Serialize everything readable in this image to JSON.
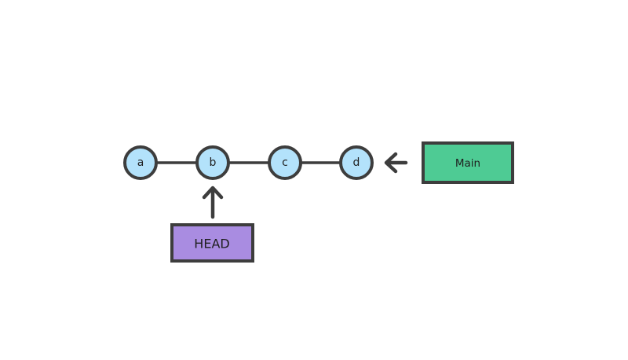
{
  "diagram": {
    "nodes": [
      {
        "label": "a"
      },
      {
        "label": "b"
      },
      {
        "label": "c"
      },
      {
        "label": "d"
      }
    ],
    "branch": {
      "label": "Main"
    },
    "head": {
      "label": "HEAD"
    },
    "icons": {
      "branch_pointer": "arrow-left-icon",
      "head_pointer": "arrow-up-icon"
    }
  },
  "colors": {
    "background": "#ffffff",
    "outline": "#3d3d3d",
    "node_fill": "#b3e2fb",
    "branch_fill": "#4ecb94",
    "head_fill": "#a98ce1",
    "text": "#1f1f1f"
  }
}
